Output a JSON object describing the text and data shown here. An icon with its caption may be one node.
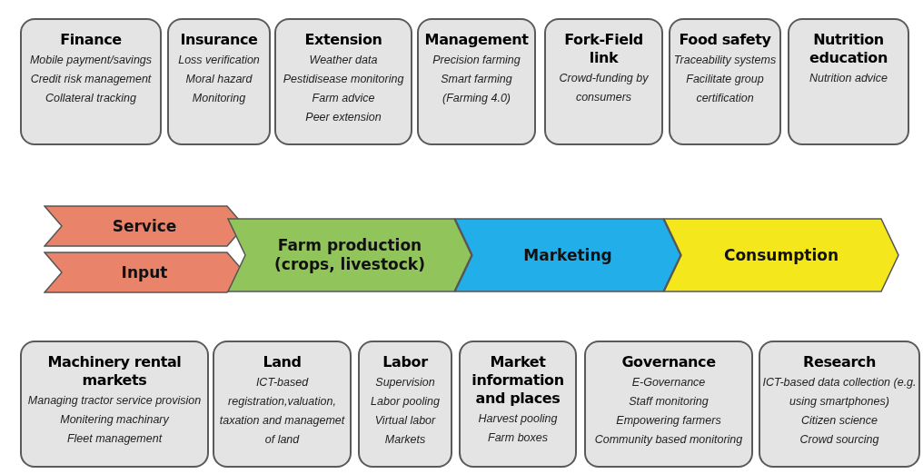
{
  "diagram": {
    "nodes": [
      {
        "text": [
          "Finance",
          "Mobile payment/savings",
          "Credit risk management",
          "Collateral tracking"
        ]
      },
      {
        "text": [
          "Insurance",
          "Loss verification",
          "Moral hazard",
          "Monitoring"
        ]
      },
      {
        "text": [
          "Extension",
          "Weather data",
          "Pestidisease monitoring",
          "Farm advice",
          "Peer extension"
        ]
      },
      {
        "text": [
          "Management",
          "Precision farming",
          "Smart farming (Farming 4.0)"
        ]
      },
      {
        "text": [
          "Fork-Field link",
          "Crowd-funding by consumers"
        ]
      },
      {
        "text": [
          "Food safety",
          "Traceability systems",
          "Facilitate group certification"
        ]
      },
      {
        "text": [
          "Nutrition education",
          "Nutrition advice"
        ]
      },
      {
        "text": [
          "Service"
        ]
      },
      {
        "text": [
          "Input"
        ]
      },
      {
        "text": [
          "Farm production (crops, livestock)"
        ]
      },
      {
        "text": [
          "Marketing"
        ]
      },
      {
        "text": [
          "Consumption"
        ]
      },
      {
        "text": [
          "Machinery rental markets",
          "Managing tractor service provision",
          "Monitering machinary",
          "Fleet management"
        ]
      },
      {
        "text": [
          "Land",
          "ICT-based registration,valuation, taxation and managemet of land"
        ]
      },
      {
        "text": [
          "Labor",
          "Supervision",
          "Labor pooling",
          "Virtual labor Markets"
        ]
      },
      {
        "text": [
          "Market information and places",
          "Harvest pooling",
          "Farm boxes"
        ]
      },
      {
        "text": [
          "Governance",
          "E-Governance",
          "Staff monitoring",
          "Empowering farmers",
          "Community based monitoring"
        ]
      },
      {
        "text": [
          "Research",
          "ICT-based data collection (e.g. using smartphones)",
          "Citizen science",
          "Crowd sourcing"
        ]
      }
    ]
  }
}
